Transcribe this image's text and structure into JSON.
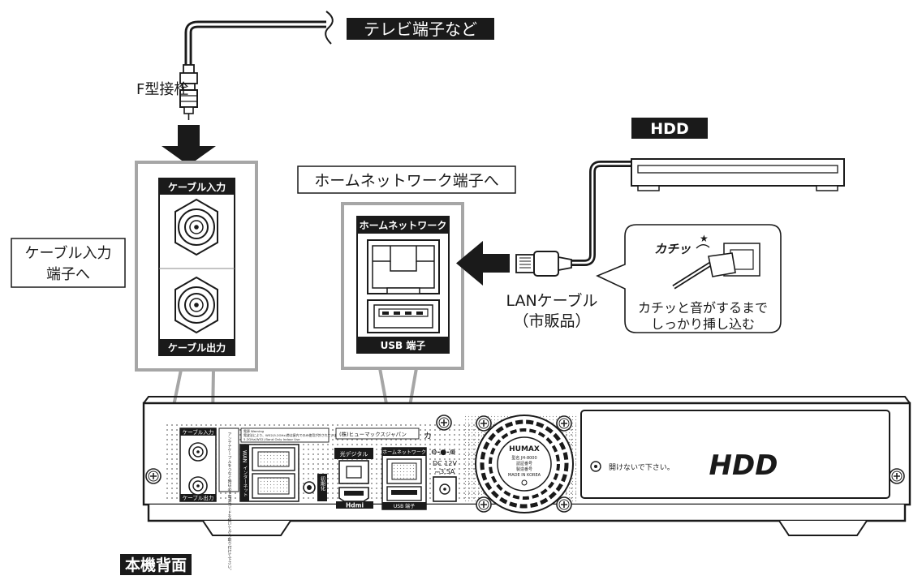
{
  "labels": {
    "tv_terminal": "テレビ端子など",
    "f_connector": "F型接栓",
    "hdd_label": "HDD",
    "home_network_callout": "ホームネットワーク端子へ",
    "cable_input_callout_line1": "ケーブル入力",
    "cable_input_callout_line2": "端子へ",
    "lan_cable_line1": "LANケーブル",
    "lan_cable_line2": "（市販品）",
    "click_sound": "カチッ",
    "click_note_line1": "カチッと音がするまで",
    "click_note_line2": "しっかり挿し込む",
    "unit_back": "本機背面"
  },
  "zoom_panels": {
    "cable_panel": {
      "top_label": "ケーブル入力",
      "bottom_label": "ケーブル出力"
    },
    "network_panel": {
      "top_label": "ホームネットワーク",
      "bottom_label": "USB 端子"
    }
  },
  "rear_panel": {
    "cable_in": "ケーブル入力",
    "cable_out": "ケーブル出力",
    "antenna_note": "アンテナケーブルをつなぐ時は必ず電源コードを抜いてから取り付けて下さい。",
    "wan_label": "WAN",
    "internet_label": "インターネット",
    "warning_text_line1": "電源 Warning",
    "warning_text_line2": "電波法により、W52(5.2GHz)帯は屋内でのみ使用が許されています。",
    "warning_text_line3": "5.2GHz(W52) Band Only Indoor Use",
    "maker": "(株)ヒューマックスジャパン",
    "optical_digital": "光デジタル",
    "rear_home_network": "ホームネットワーク",
    "rear_usb": "USB 端子",
    "dc_line1": "DC 12V",
    "dc_line2": "⎓3.5A",
    "reset_label": "初期化",
    "fan_brand": "HUMAX",
    "fan_model": "型名 JH-8000",
    "fan_line2": "認証番号",
    "fan_line3": "製造番号",
    "fan_line4": "MADE IN KOREA",
    "hdd_cover_note": "開けないで下さい。",
    "hdd_logo": "HDD",
    "hdmi_logo": "Hdmi"
  },
  "colors": {
    "black_label_bg": "#1a1a1a",
    "zoom_border": "#999999",
    "line": "#1a1a1a",
    "arrow": "#1a1a1a"
  },
  "icons": [
    "coax-connector-icon",
    "rj45-port-icon",
    "usb-port-icon",
    "hdmi-port-icon",
    "fan-grille-icon",
    "screw-icon",
    "power-jack-icon",
    "optical-port-icon"
  ]
}
